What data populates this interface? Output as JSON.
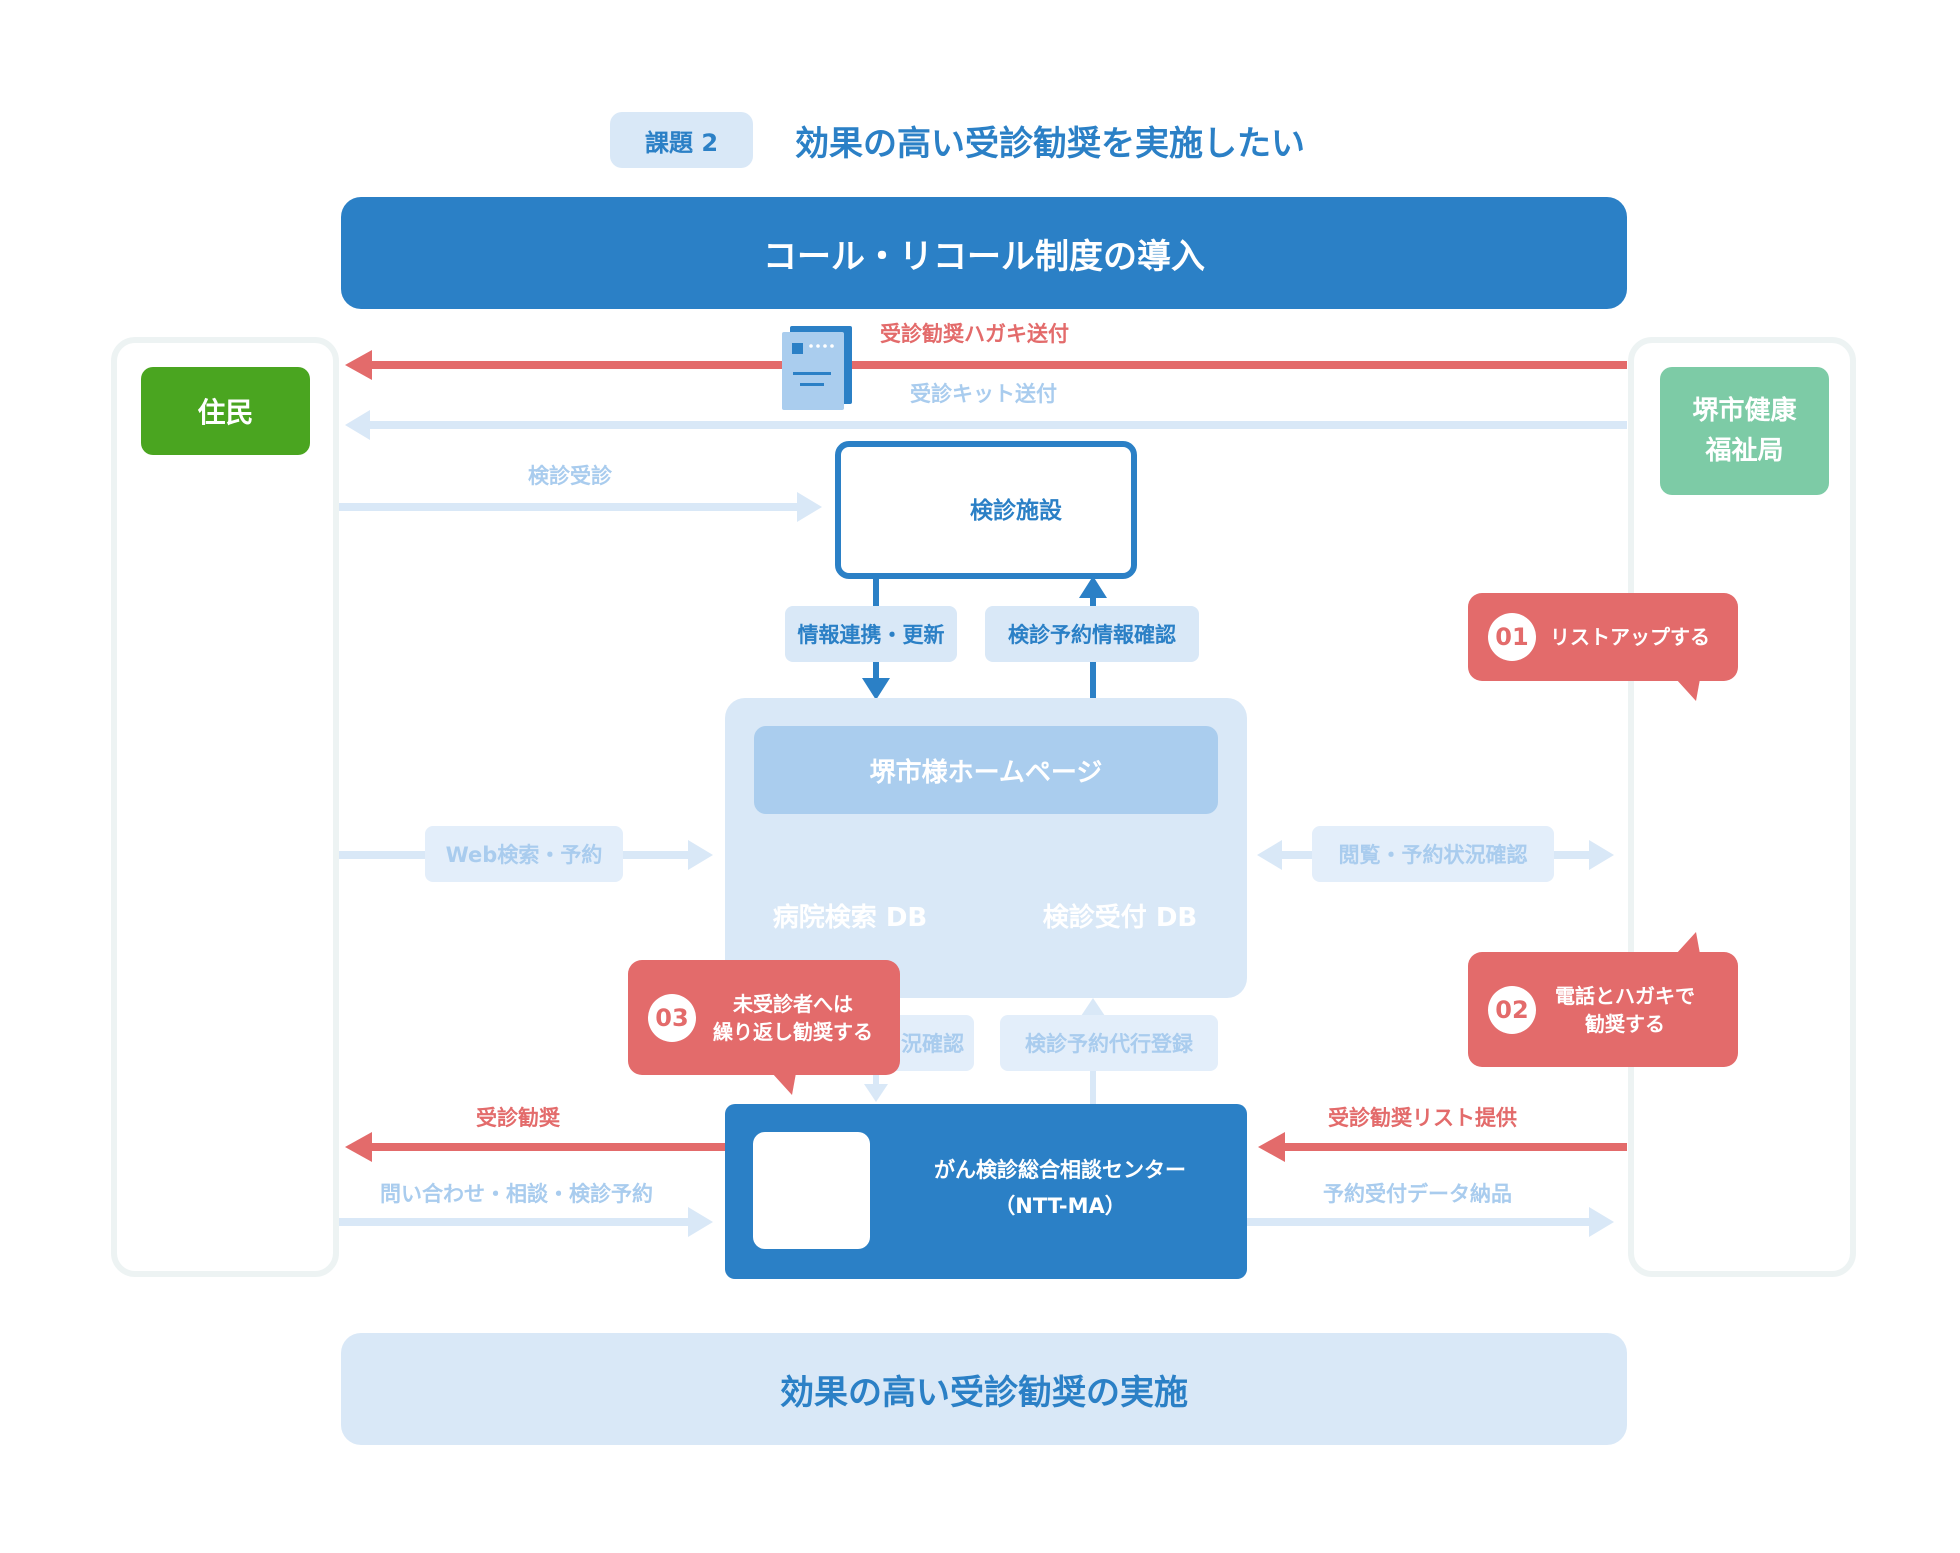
{
  "header": {
    "tag": "課題 2",
    "title": "効果の高い受診勧奨を実施したい"
  },
  "top_banner": "コール・リコール制度の導入",
  "bottom_banner": "効果の高い受診勧奨の実施",
  "actors": {
    "residents": "住民",
    "bureau_line1": "堺市健康",
    "bureau_line2": "福祉局"
  },
  "facility": {
    "label": "検診施設",
    "icon": "hospital-icon"
  },
  "homepage": {
    "title": "堺市様ホームページ",
    "db_left": "病院検索 DB",
    "db_right": "検診受付 DB"
  },
  "center": {
    "line1": "がん検診総合相談センター",
    "line2": "（NTT-MA）",
    "icon": "operator-headset-icon"
  },
  "flows": {
    "postcard_send": "受診勧奨ハガキ送付",
    "kit_send": "受診キット送付",
    "checkup_visit": "検診受診",
    "info_link_update": "情報連携・更新",
    "reservation_info_check": "検診予約情報確認",
    "web_search_reserve": "Web検索・予約",
    "browse_status_check": "閲覧・予約状況確認",
    "status_check_partial": "況確認",
    "proxy_registration": "検診予約代行登録",
    "recommend": "受診勧奨",
    "inquiry": "問い合わせ・相談・検診予約",
    "list_provide": "受診勧奨リスト提供",
    "data_delivery": "予約受付データ納品"
  },
  "callouts": [
    {
      "num": "01",
      "text_line1": "リストアップする"
    },
    {
      "num": "02",
      "text_line1": "電話とハガキで",
      "text_line2": "勧奨する"
    },
    {
      "num": "03",
      "text_line1": "未受診者へは",
      "text_line2": "繰り返し勧奨する"
    }
  ],
  "colors": {
    "primary_blue": "#2b80c6",
    "light_blue": "#d9e8f7",
    "faint_blue": "#a9ccee",
    "red": "#e36b6b",
    "green": "#4aa520",
    "teal": "#7dcba6"
  }
}
